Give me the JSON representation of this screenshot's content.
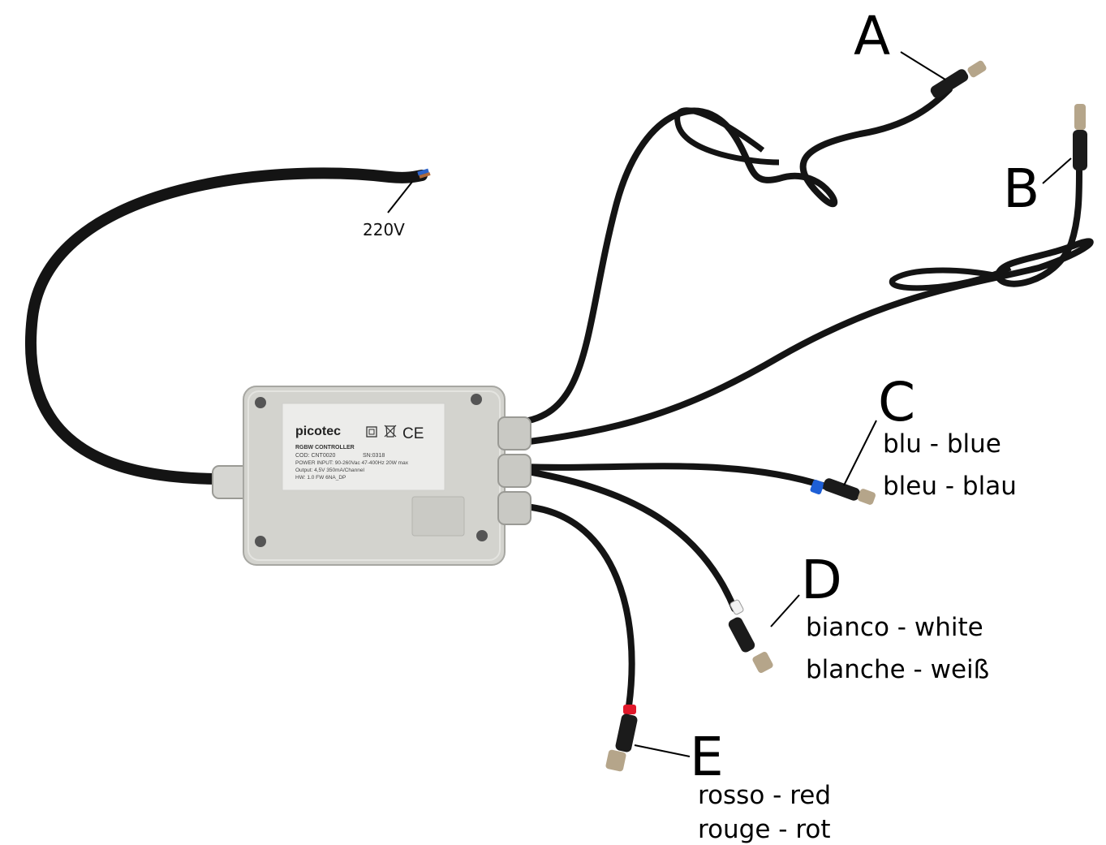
{
  "power_label": "220V",
  "device": {
    "brand": "picotec",
    "model": "RGBW CONTROLLER",
    "cod": "COD: CNT0020",
    "sn": "SN:0318",
    "power_input": "POWER INPUT: 90-260Vac 47-400Hz 20W max",
    "output": "Output: 4,5V 350mA/Channel",
    "hw_fw": "HW: 1.0  FW 6NA_DP",
    "ce_mark": "CE"
  },
  "connectors": [
    {
      "letter": "A",
      "lines": []
    },
    {
      "letter": "B",
      "lines": []
    },
    {
      "letter": "C",
      "lines": [
        "blu - blue",
        "bleu - blau"
      ],
      "ring_color": "#1e5fd6"
    },
    {
      "letter": "D",
      "lines": [
        "bianco - white",
        "blanche - weiß"
      ],
      "ring_color": "#f2f2f2"
    },
    {
      "letter": "E",
      "lines": [
        "rosso - red",
        "rouge - rot"
      ],
      "ring_color": "#e0182a"
    }
  ],
  "colors": {
    "cable": "#141414",
    "housing": "#d3d3ce",
    "gland": "#c9c9c4"
  }
}
